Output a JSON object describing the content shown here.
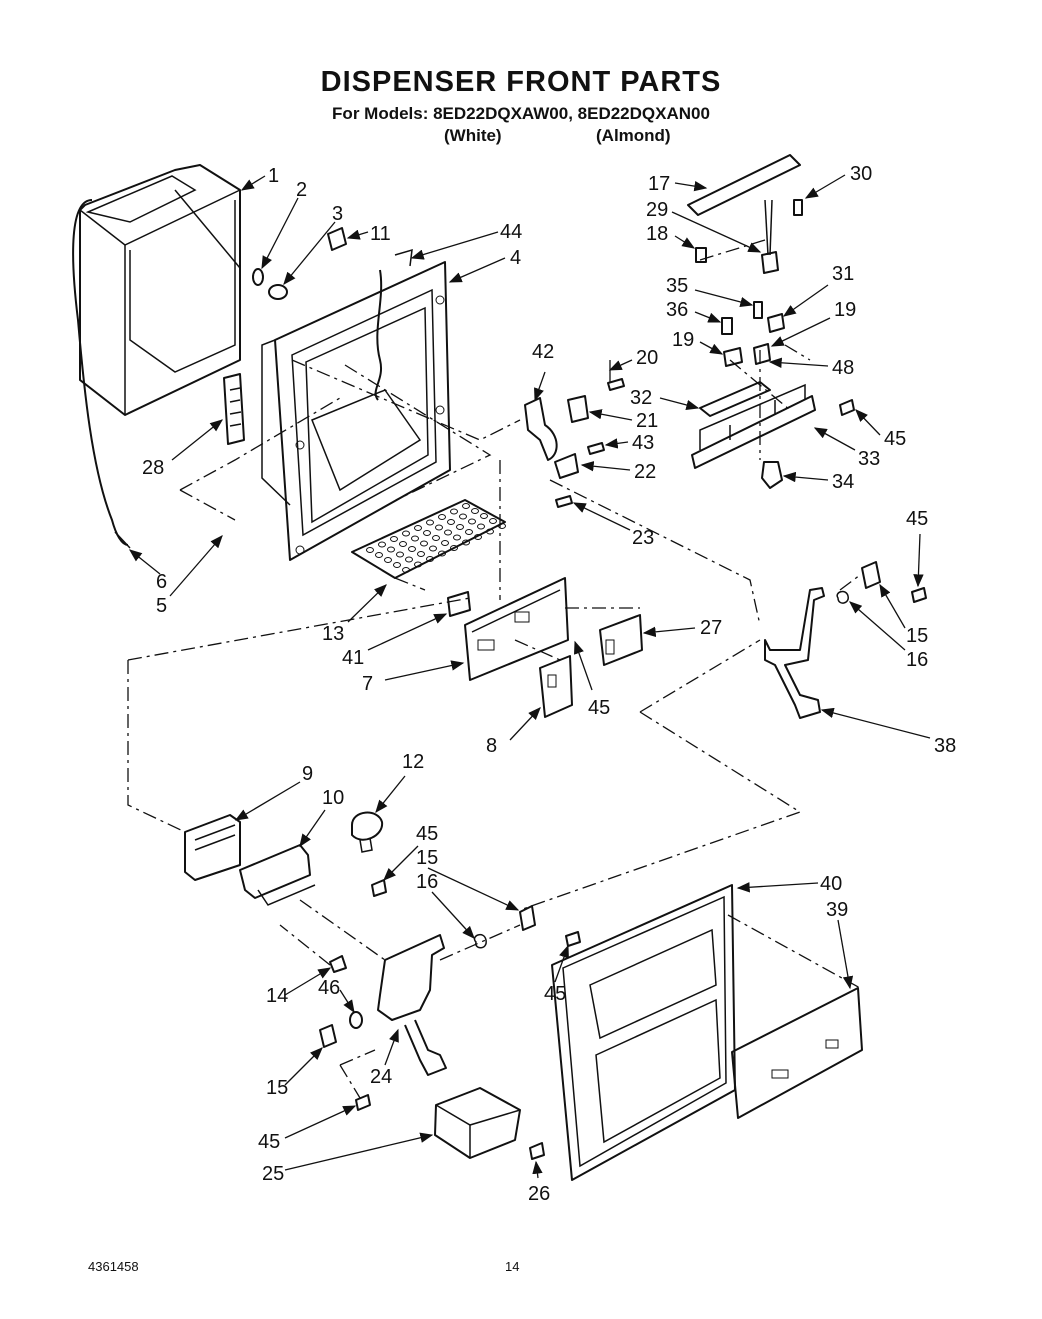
{
  "header": {
    "title": "DISPENSER FRONT PARTS",
    "models_line": "For Models: 8ED22DQXAW00, 8ED22DQXAN00",
    "variant_white": "(White)",
    "variant_almond": "(Almond)"
  },
  "footer": {
    "doc_number": "4361458",
    "page_number": "14"
  },
  "callouts": [
    {
      "id": "c1",
      "label": "1"
    },
    {
      "id": "c2",
      "label": "2"
    },
    {
      "id": "c3",
      "label": "3"
    },
    {
      "id": "c11",
      "label": "11"
    },
    {
      "id": "c44",
      "label": "44"
    },
    {
      "id": "c4",
      "label": "4"
    },
    {
      "id": "c28",
      "label": "28"
    },
    {
      "id": "c6",
      "label": "6"
    },
    {
      "id": "c5",
      "label": "5"
    },
    {
      "id": "c13",
      "label": "13"
    },
    {
      "id": "c41",
      "label": "41"
    },
    {
      "id": "c7",
      "label": "7"
    },
    {
      "id": "c8",
      "label": "8"
    },
    {
      "id": "c45a",
      "label": "45"
    },
    {
      "id": "c27",
      "label": "27"
    },
    {
      "id": "c42",
      "label": "42"
    },
    {
      "id": "c20",
      "label": "20"
    },
    {
      "id": "c21",
      "label": "21"
    },
    {
      "id": "c43",
      "label": "43"
    },
    {
      "id": "c22",
      "label": "22"
    },
    {
      "id": "c23",
      "label": "23"
    },
    {
      "id": "c17",
      "label": "17"
    },
    {
      "id": "c30",
      "label": "30"
    },
    {
      "id": "c29",
      "label": "29"
    },
    {
      "id": "c18",
      "label": "18"
    },
    {
      "id": "c31",
      "label": "31"
    },
    {
      "id": "c35",
      "label": "35"
    },
    {
      "id": "c36",
      "label": "36"
    },
    {
      "id": "c19a",
      "label": "19"
    },
    {
      "id": "c19b",
      "label": "19"
    },
    {
      "id": "c48",
      "label": "48"
    },
    {
      "id": "c32",
      "label": "32"
    },
    {
      "id": "c45b",
      "label": "45"
    },
    {
      "id": "c33",
      "label": "33"
    },
    {
      "id": "c34",
      "label": "34"
    },
    {
      "id": "c45c",
      "label": "45"
    },
    {
      "id": "c15a",
      "label": "15"
    },
    {
      "id": "c16a",
      "label": "16"
    },
    {
      "id": "c38",
      "label": "38"
    },
    {
      "id": "c9",
      "label": "9"
    },
    {
      "id": "c10",
      "label": "10"
    },
    {
      "id": "c12",
      "label": "12"
    },
    {
      "id": "c45d",
      "label": "45"
    },
    {
      "id": "c15b",
      "label": "15"
    },
    {
      "id": "c16b",
      "label": "16"
    },
    {
      "id": "c40",
      "label": "40"
    },
    {
      "id": "c39",
      "label": "39"
    },
    {
      "id": "c45e",
      "label": "45"
    },
    {
      "id": "c14",
      "label": "14"
    },
    {
      "id": "c46",
      "label": "46"
    },
    {
      "id": "c24",
      "label": "24"
    },
    {
      "id": "c15c",
      "label": "15"
    },
    {
      "id": "c45f",
      "label": "45"
    },
    {
      "id": "c25",
      "label": "25"
    },
    {
      "id": "c26",
      "label": "26"
    }
  ]
}
